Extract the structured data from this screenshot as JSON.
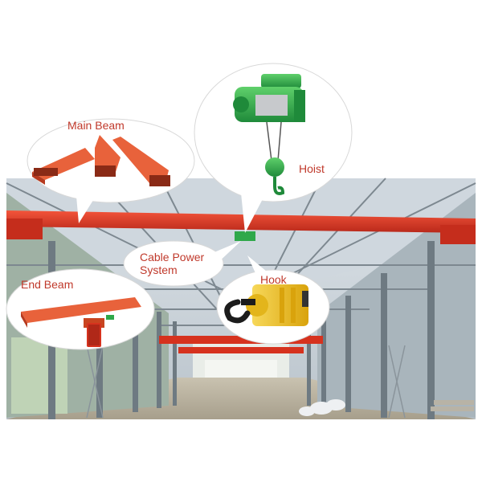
{
  "labels": {
    "main_beam": "Main Beam",
    "hoist": "Hoist",
    "cable_power_system_line1": "Cable Power",
    "cable_power_system_line2": "System",
    "end_beam": "End Beam",
    "hook": "Hook"
  },
  "colors": {
    "label_text": "#c0392b",
    "crane_red": "#d6321e",
    "beam_orange": "#e8623b",
    "hoist_green": "#2fa84a",
    "hook_yellow": "#f2c31b",
    "steel_gray": "#8a9198"
  }
}
